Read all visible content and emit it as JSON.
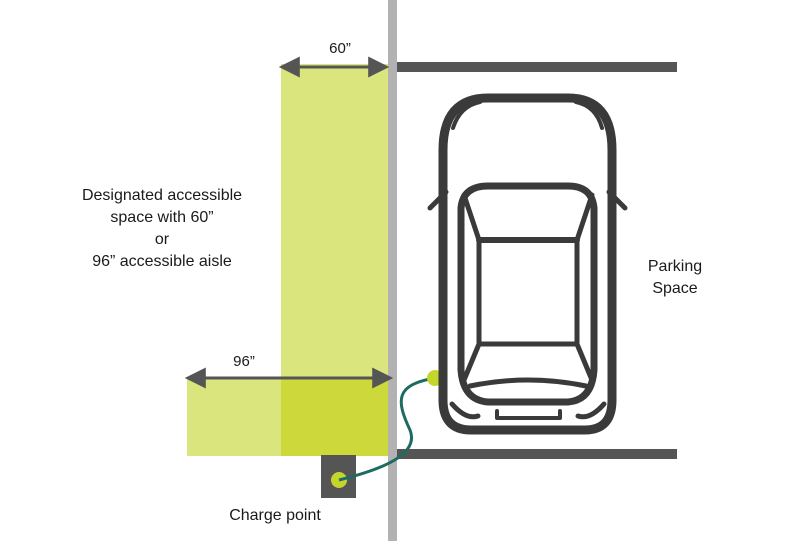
{
  "labels": {
    "dim_60": "60”",
    "dim_96": "96”",
    "designated_lines": [
      "Designated accessible",
      "space with 60”",
      "or",
      "96” accessible aisle"
    ],
    "parking_lines": [
      "Parking",
      "Space"
    ],
    "charge_point": "Charge point"
  },
  "colors": {
    "aisle_green": "#dbe57e",
    "overlap_green": "#cdd93b",
    "charger_green": "#c6d52b",
    "divider_gray": "#b2b2b2",
    "stripe_dark": "#555555",
    "car_outline": "#3a3a3a",
    "cable_teal": "#1e6b62"
  },
  "icons": [
    "car-icon",
    "charge-point-icon",
    "charging-cable-icon",
    "dimension-arrow-icon"
  ]
}
